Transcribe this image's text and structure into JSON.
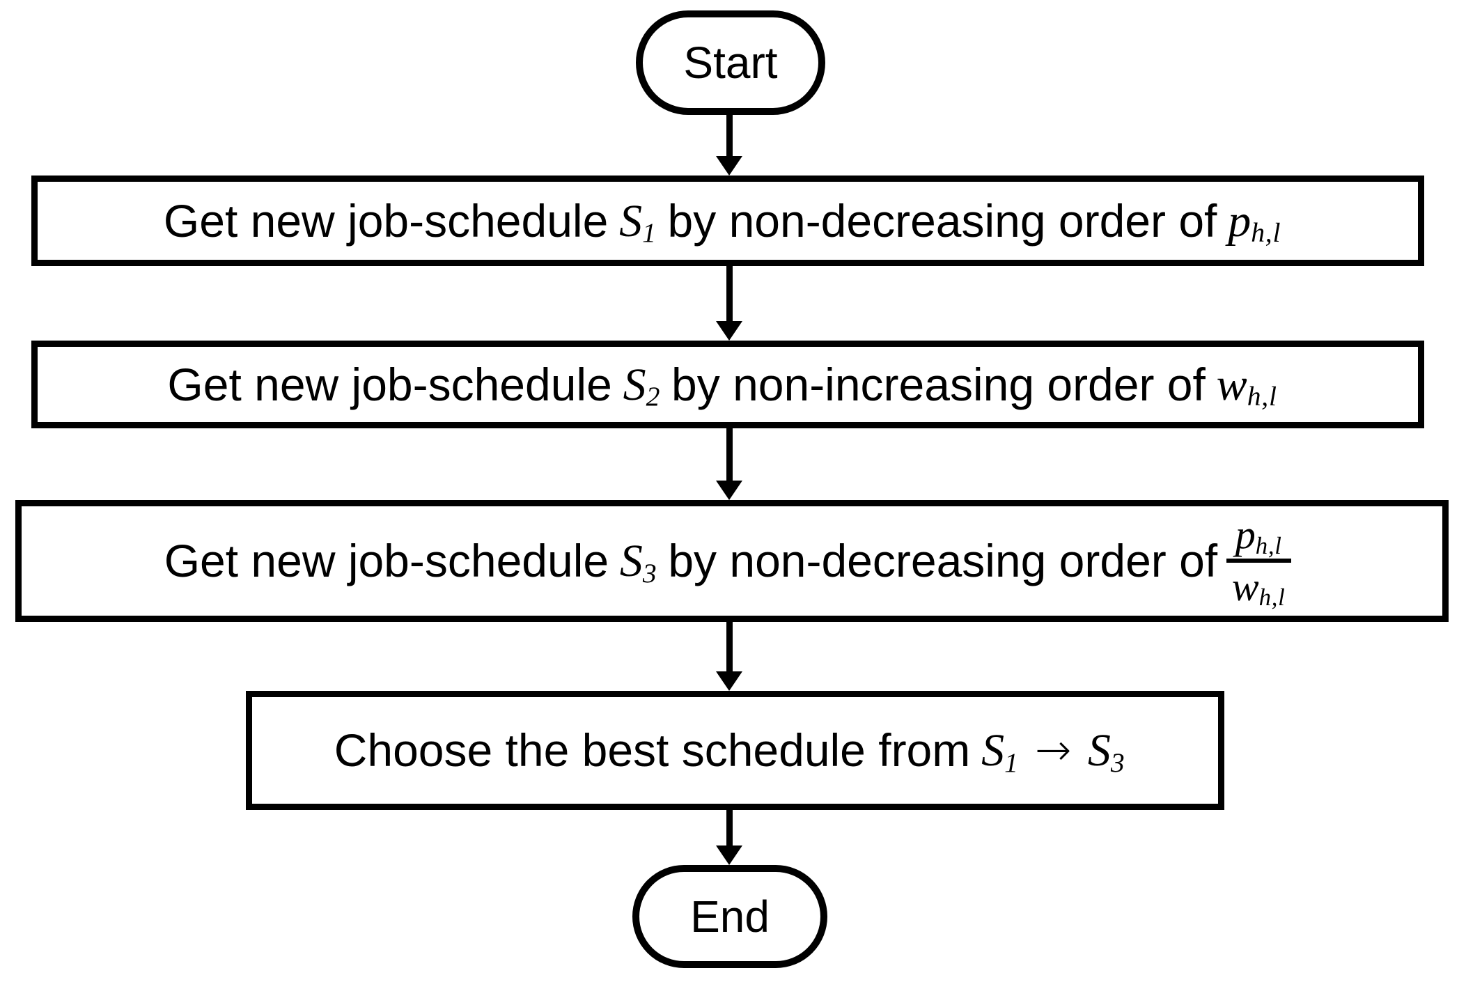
{
  "colors": {
    "background": "#ffffff",
    "stroke": "#000000",
    "text": "#000000"
  },
  "diagram": {
    "type": "flowchart",
    "direction": "top-to-bottom",
    "nodes": {
      "start": {
        "shape": "terminal",
        "label": "Start"
      },
      "step1": {
        "shape": "process",
        "prefix": "Get new job-schedule",
        "s_var": "S",
        "s_sub": "1",
        "mid": "by non-decreasing order of",
        "var": "p",
        "var_sub": "h,l"
      },
      "step2": {
        "shape": "process",
        "prefix": "Get new job-schedule",
        "s_var": "S",
        "s_sub": "2",
        "mid": "by non-increasing order of",
        "var": "w",
        "var_sub": "h,l"
      },
      "step3": {
        "shape": "process",
        "prefix": "Get new job-schedule",
        "s_var": "S",
        "s_sub": "3",
        "mid": "by non-decreasing order of",
        "frac": {
          "num_var": "p",
          "num_sub": "h,l",
          "den_var": "w",
          "den_sub": "h,l"
        }
      },
      "step4": {
        "shape": "process",
        "prefix": "Choose the best schedule from",
        "s1_var": "S",
        "s1_sub": "1",
        "arrow": "→",
        "s3_var": "S",
        "s3_sub": "3"
      },
      "end": {
        "shape": "terminal",
        "label": "End"
      }
    },
    "edges": [
      {
        "from": "start",
        "to": "step1"
      },
      {
        "from": "step1",
        "to": "step2"
      },
      {
        "from": "step2",
        "to": "step3"
      },
      {
        "from": "step3",
        "to": "step4"
      },
      {
        "from": "step4",
        "to": "end"
      }
    ]
  }
}
